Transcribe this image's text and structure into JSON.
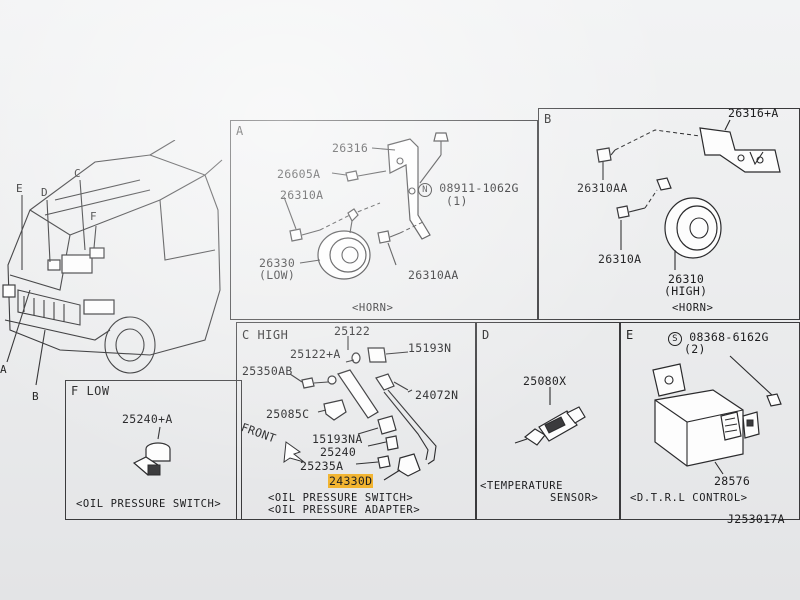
{
  "diagram": {
    "drawing_id": "J253017A",
    "car": {
      "callouts": [
        "E",
        "D",
        "C",
        "F",
        "A",
        "B"
      ]
    },
    "panel_a": {
      "letter": "A",
      "parts": [
        "26316",
        "26605A",
        "26310A",
        "26330",
        "(LOW)",
        "26310AA"
      ],
      "bolt_callout": "08911-1062G",
      "bolt_qty": "(1)",
      "caption": "<HORN>"
    },
    "panel_b": {
      "letter": "B",
      "parts": [
        "26316+A",
        "26310AA",
        "26310A",
        "26310",
        "(HIGH)"
      ],
      "caption": "<HORN>"
    },
    "panel_c": {
      "letter": "C HIGH",
      "parts": [
        "25122",
        "25122+A",
        "15193N",
        "25350AB",
        "24072N",
        "25085C",
        "15193NA",
        "25240",
        "25235A"
      ],
      "highlighted_part": "24330D",
      "front_label": "FRONT",
      "caption_1": "<OIL PRESSURE SWITCH>",
      "caption_2": "<OIL PRESSURE ADAPTER>"
    },
    "panel_d": {
      "letter": "D",
      "part": "25080X",
      "caption_1": "<TEMPERATURE",
      "caption_2": "SENSOR>"
    },
    "panel_e": {
      "letter": "E",
      "bolt_callout": "08368-6162G",
      "bolt_qty": "(2)",
      "part": "28576",
      "caption": "<D.T.R.L CONTROL>"
    },
    "panel_f": {
      "letter": "F LOW",
      "part": "25240+A",
      "caption": "<OIL PRESSURE SWITCH>"
    }
  }
}
